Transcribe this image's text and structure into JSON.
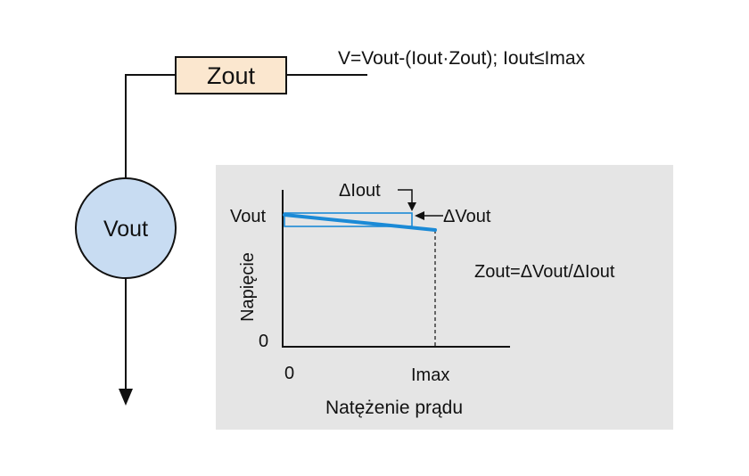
{
  "circuit": {
    "resistor_label": "Zout",
    "source_label": "Vout",
    "equation": "V=Vout-(Iout·Zout); Iout",
    "equation_suffix": "≤Imax",
    "colors": {
      "resistor_fill": "#fbe7cf",
      "source_fill": "#c8dcf2",
      "wire": "#111111"
    }
  },
  "graph": {
    "ylabel": "Napięcie",
    "xlabel": "Natężenie prądu",
    "y_tick_top": "Vout",
    "y_tick_zero": "0",
    "x_tick_zero": "0",
    "x_tick_max": "Imax",
    "delta_iout_label": "ΔIout",
    "delta_vout_label": "ΔVout",
    "formula": "Zout=ΔVout/ΔIout",
    "colors": {
      "panel": "#e5e5e5",
      "line": "#1b8ad6",
      "box": "#1b8ad6"
    }
  }
}
